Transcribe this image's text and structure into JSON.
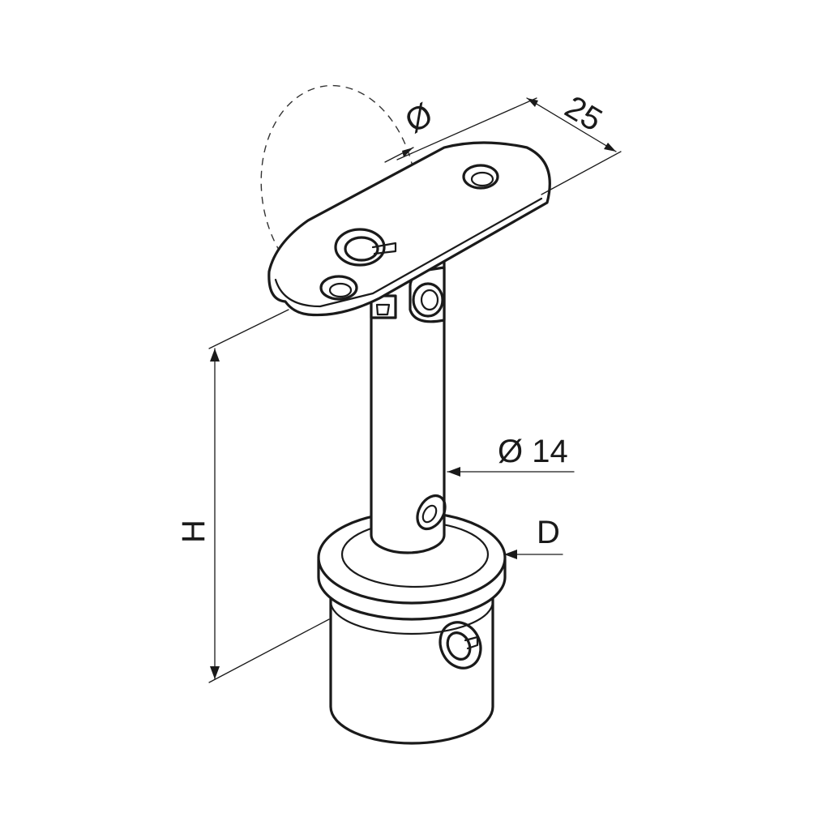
{
  "labels": {
    "diameter_top": "Ø",
    "width": "25",
    "tube_diameter": "Ø 14",
    "base_diameter": "D",
    "height": "H"
  },
  "colors": {
    "line": "#1a1a1a",
    "background": "#ffffff"
  }
}
